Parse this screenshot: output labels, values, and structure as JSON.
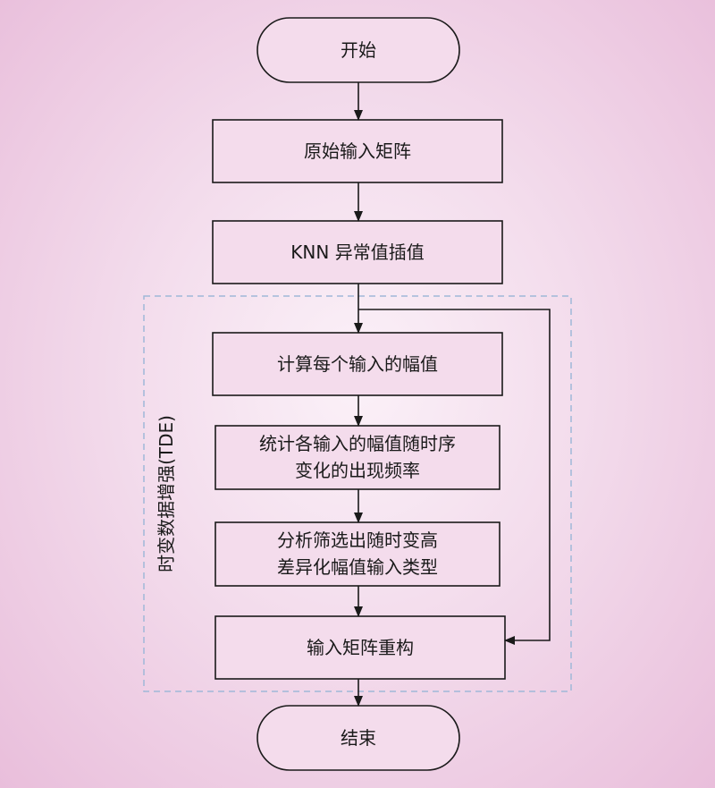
{
  "flowchart": {
    "start": "开始",
    "raw_input": "原始输入矩阵",
    "knn": "KNN 异常值插值",
    "calc_amplitude": [
      "计算每个输入的幅值"
    ],
    "stat_frequency": [
      "统计各输入的幅值随时序",
      "变化的出现频率"
    ],
    "filter_types": [
      "分析筛选出随时变高",
      "差异化幅值输入类型"
    ],
    "reconstruct": "输入矩阵重构",
    "end": "结束",
    "group_label": "时变数据增强(TDE)"
  },
  "colors": {
    "stroke": "#1a1a1a",
    "box_fill": "#f4dcec",
    "dashed_border": "#9fb8d8"
  }
}
